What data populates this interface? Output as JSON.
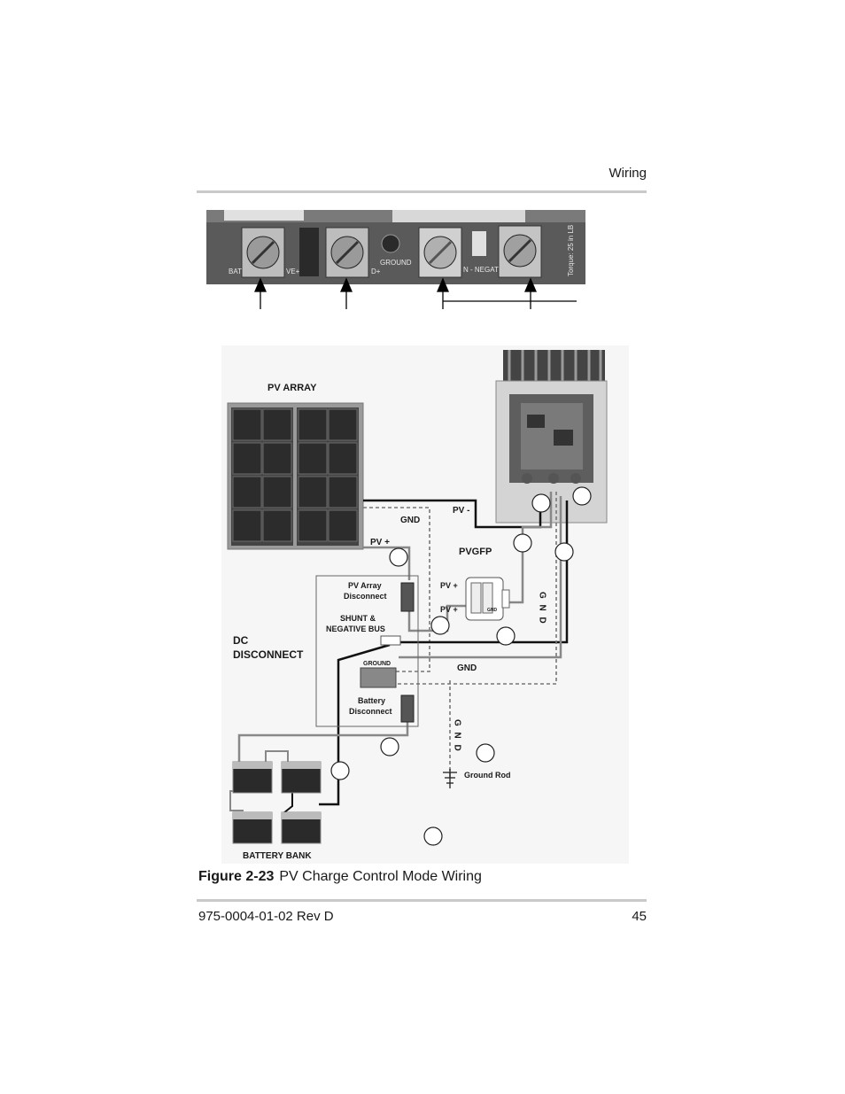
{
  "header": {
    "section": "Wiring"
  },
  "terminal_photo": {
    "labels": {
      "bat": "BAT",
      "ve_plus": "VE+",
      "d_plus": "D+",
      "ground": "GROUND",
      "n_negat": "N - NEGAT",
      "torque": "Torque: 25 in LB"
    }
  },
  "diagram": {
    "pv_array": "PV ARRAY",
    "pv_minus": "PV -",
    "gnd_top": "GND",
    "pv_plus_top": "PV +",
    "pvgfp": "PVGFP",
    "pvgfp_pv_plus_1": "PV +",
    "pvgfp_pv_plus_2": "PV +",
    "pvgfp_gnd": "GND",
    "gnd_vertical": "G N D",
    "pv_array_disconnect_1": "PV Array",
    "pv_array_disconnect_2": "Disconnect",
    "shunt_1": "SHUNT &",
    "shunt_2": "NEGATIVE BUS",
    "dc_disconnect_1": "DC",
    "dc_disconnect_2": "DISCONNECT",
    "ground_bar": "GROUND",
    "gnd_mid": "GND",
    "battery_disconnect_1": "Battery",
    "battery_disconnect_2": "Disconnect",
    "gnd_vertical_2": "G N D",
    "ground_rod": "Ground Rod",
    "battery_bank": "BATTERY BANK"
  },
  "figure": {
    "number": "Figure 2-23",
    "title": "PV Charge Control Mode Wiring"
  },
  "footer": {
    "doc_number": "975-0004-01-02 Rev D",
    "page": "45"
  }
}
